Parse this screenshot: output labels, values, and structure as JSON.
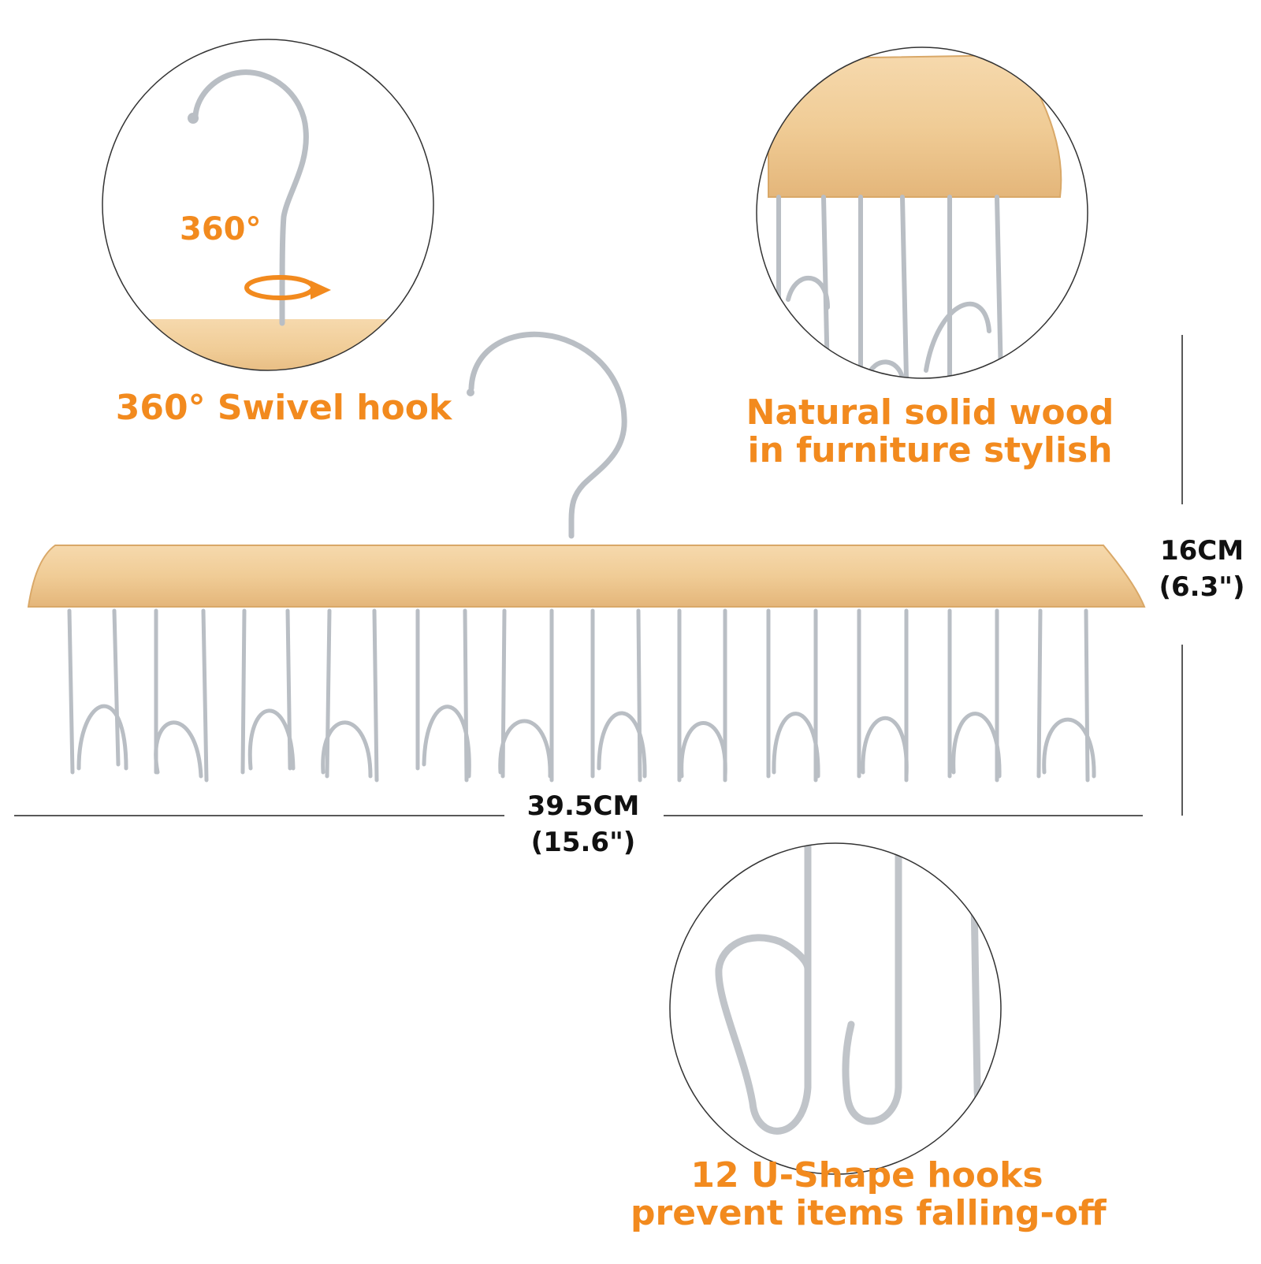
{
  "features": {
    "swivel": {
      "badge": "360°",
      "caption": "360° Swivel hook"
    },
    "wood": {
      "line1": "Natural solid wood",
      "line2": "in furniture stylish"
    },
    "hooks": {
      "line1": "12 U-Shape hooks",
      "line2": "prevent items falling-off"
    }
  },
  "dimensions": {
    "height": {
      "metric": "16CM",
      "imperial": "(6.3\")"
    },
    "width": {
      "metric": "39.5CM",
      "imperial": "(15.6\")"
    }
  },
  "colors": {
    "accent": "#f28a1e",
    "wood": "#f2cf9c",
    "metal": "#c9cdd2",
    "text": "#111111"
  }
}
